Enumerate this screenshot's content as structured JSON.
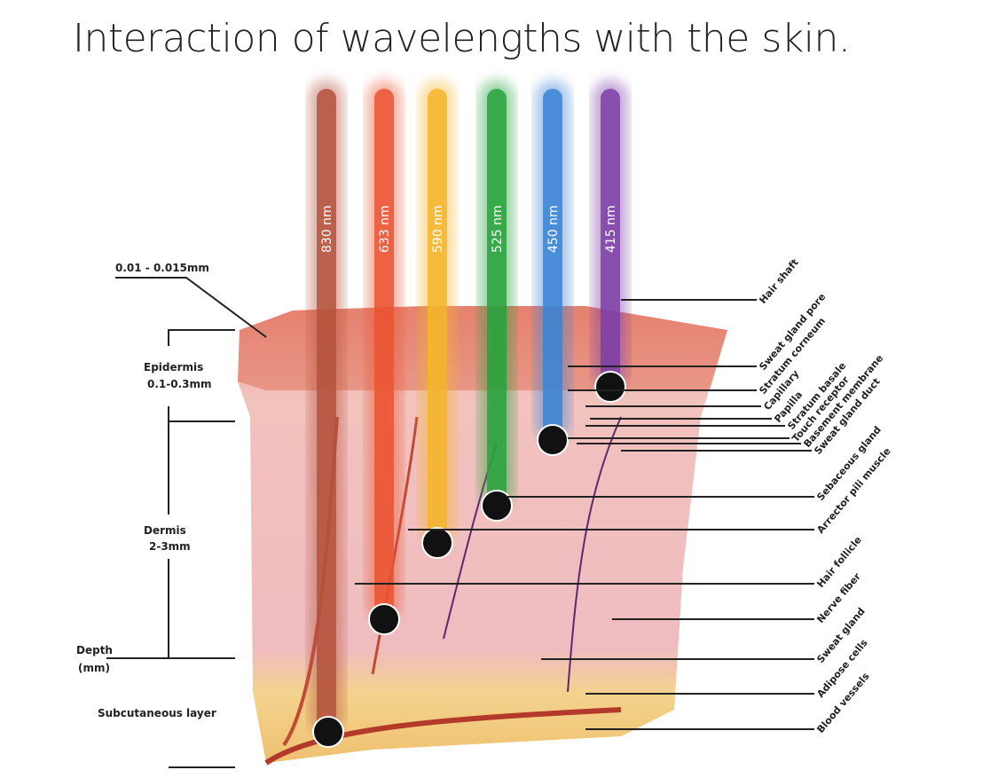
{
  "title": "Interaction of wavelengths with the skin.",
  "beams": [
    {
      "label": "830 nm",
      "color": "#b4523c"
    },
    {
      "label": "633 nm",
      "color": "#ea5431"
    },
    {
      "label": "590 nm",
      "color": "#f4b52c"
    },
    {
      "label": "525 nm",
      "color": "#27a23c"
    },
    {
      "label": "450 nm",
      "color": "#3a84d4"
    },
    {
      "label": "415 nm",
      "color": "#7b3ea6"
    }
  ],
  "left_labels": {
    "surface": "0.01 - 0.015mm",
    "epidermis": "Epidermis",
    "epidermis_depth": "0.1-0.3mm",
    "dermis": "Dermis",
    "dermis_depth": "2-3mm",
    "depth": "Depth",
    "depth_unit": "(mm)",
    "subcutaneous": "Subcutaneous layer"
  },
  "right_labels": [
    "Hair shaft",
    "Sweat gland pore",
    "Stratum corneum",
    "Capillary",
    "Papilla",
    "Stratum basale",
    "Touch receptor",
    "Basement membrane",
    "Sweat gland duct",
    "Sebaceous gland",
    "Arrector pili muscle",
    "Hair follicle",
    "Nerve fiber",
    "Sweat gland",
    "Adipose cells",
    "Blood vessels"
  ]
}
